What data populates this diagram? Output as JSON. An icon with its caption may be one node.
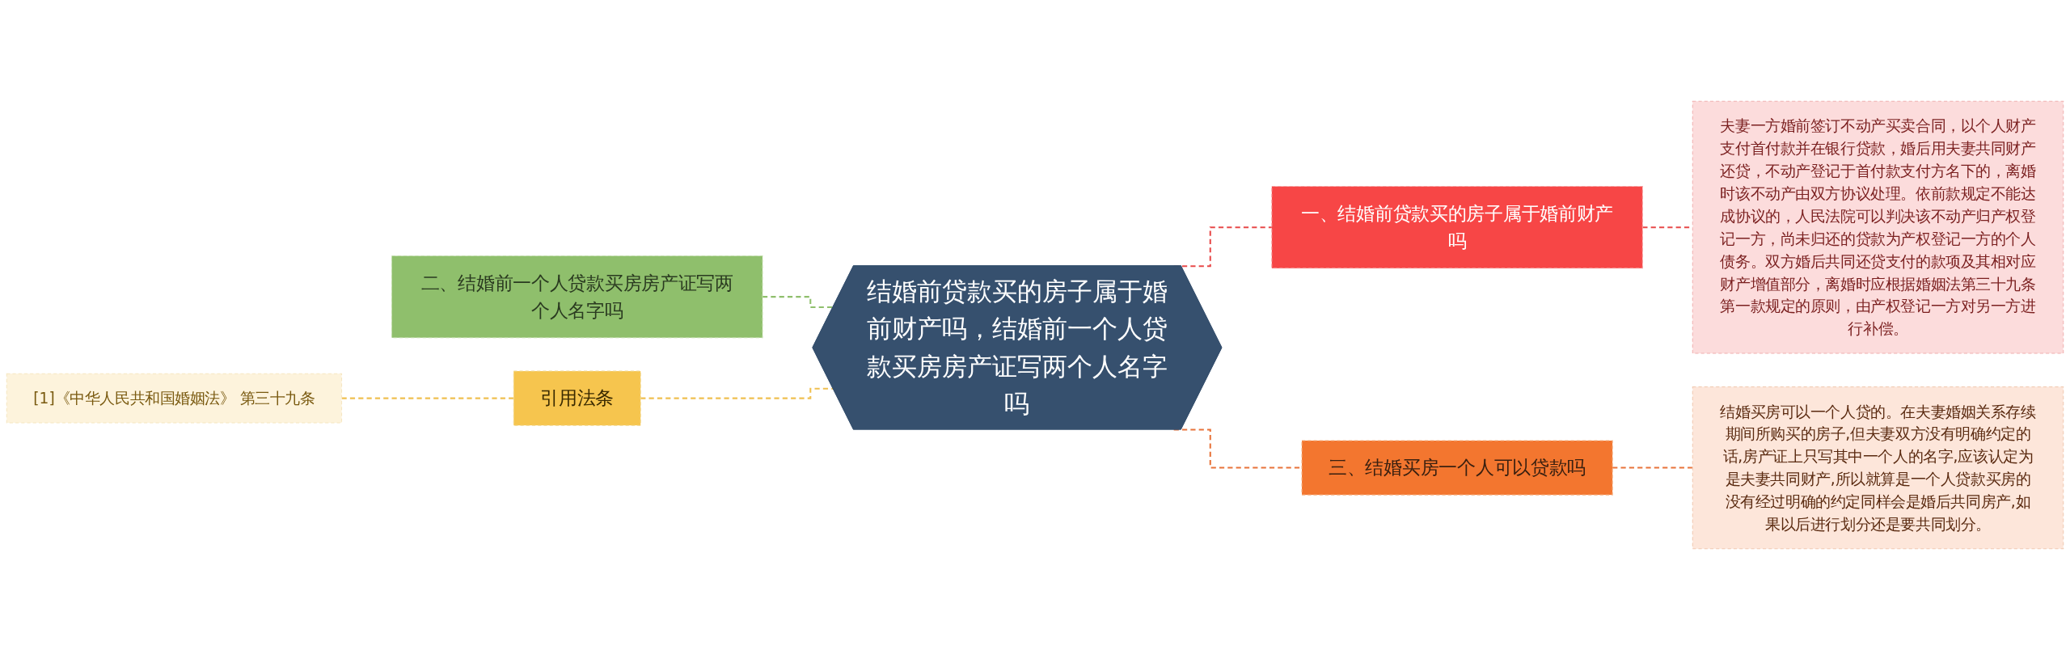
{
  "diagram": {
    "nodes": [
      {
        "text": [
          "结婚前贷款买的房子属于婚前财产吗，结婚前一个人贷款买房房产证写两个人名字吗"
        ]
      },
      {
        "text": [
          "一、结婚前贷款买的房子属于婚前财产吗"
        ]
      },
      {
        "text": [
          "夫妻一方婚前签订不动产买卖合同，以个人财产支付首付款并在银行贷款，婚后用夫妻共同财产还贷，不动产登记于首付款支付方名下的，离婚时该不动产由双方协议处理。依前款规定不能达成协议的，人民法院可以判决该不动产归产权登记一方，尚未归还的贷款为产权登记一方的个人债务。双方婚后共同还贷支付的款项及其相对应财产增值部分，离婚时应根据婚姻法第三十九条第一款规定的原则，由产权登记一方对另一方进行补偿。"
        ]
      },
      {
        "text": [
          "三、结婚买房一个人可以贷款吗"
        ]
      },
      {
        "text": [
          "结婚买房可以一个人贷的。在夫妻婚姻关系存续期间所购买的房子,但夫妻双方没有明确约定的话,房产证上只写其中一个人的名字,应该认定为是夫妻共同财产,所以就算是一个人贷款买房的没有经过明确的约定同样会是婚后共同房产,如果以后进行划分还是要共同划分。"
        ]
      },
      {
        "text": [
          "二、结婚前一个人贷款买房房产证写两个人名字吗"
        ]
      },
      {
        "text": [
          "引用法条"
        ]
      },
      {
        "text": [
          "[1]《中华人民共和国婚姻法》 第三十九条"
        ]
      }
    ],
    "edges": [
      {
        "from": 0,
        "to": 1,
        "arrow": "none",
        "style": "dashed",
        "color": "#e84a4a"
      },
      {
        "from": 1,
        "to": 2,
        "arrow": "none",
        "style": "dashed",
        "color": "#e84a4a"
      },
      {
        "from": 0,
        "to": 3,
        "arrow": "none",
        "style": "dashed",
        "color": "#e8733a"
      },
      {
        "from": 3,
        "to": 4,
        "arrow": "none",
        "style": "dashed",
        "color": "#e8733a"
      },
      {
        "from": 5,
        "to": 0,
        "arrow": "none",
        "style": "dashed",
        "color": "#8fbf6c"
      },
      {
        "from": 6,
        "to": 0,
        "arrow": "none",
        "style": "dashed",
        "color": "#f0c050"
      },
      {
        "from": 7,
        "to": 6,
        "arrow": "none",
        "style": "dashed",
        "color": "#f0c050"
      }
    ]
  }
}
